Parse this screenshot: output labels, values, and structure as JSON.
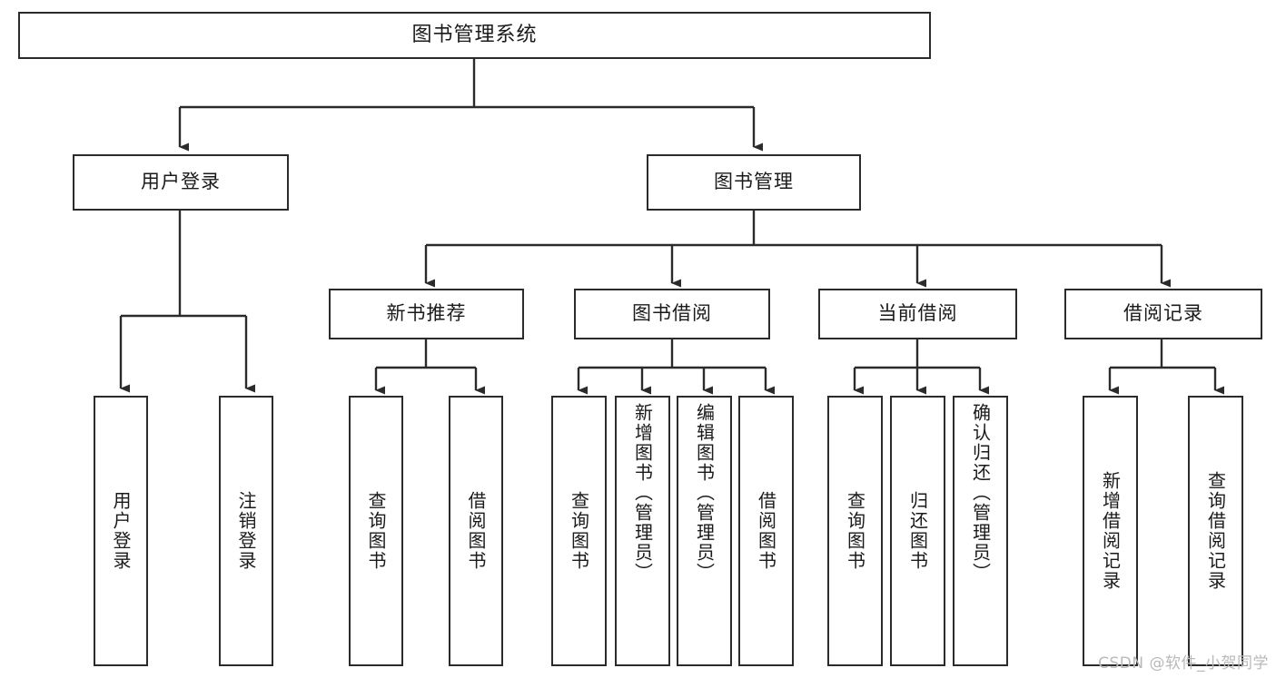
{
  "diagram": {
    "type": "tree",
    "title": "图书管理系统",
    "watermark": "CSDN @软件_小贺同学",
    "colors": {
      "background": "#ffffff",
      "stroke": "#2b2b2b",
      "text": "#1a1a1a",
      "watermark": "#b9b9b9"
    },
    "root": {
      "label": "图书管理系统"
    },
    "level2": [
      {
        "label": "用户登录"
      },
      {
        "label": "图书管理"
      }
    ],
    "level3": [
      {
        "label": "新书推荐"
      },
      {
        "label": "图书借阅"
      },
      {
        "label": "当前借阅"
      },
      {
        "label": "借阅记录"
      }
    ],
    "leaves": {
      "user_login": [
        {
          "label": "用户登录"
        },
        {
          "label": "注销登录"
        }
      ],
      "new_book": [
        {
          "label": "查询图书"
        },
        {
          "label": "借阅图书"
        }
      ],
      "borrow_book": [
        {
          "label": "查询图书"
        },
        {
          "label": "新增图书（管理员）"
        },
        {
          "label": "编辑图书（管理员）"
        },
        {
          "label": "借阅图书"
        }
      ],
      "current_borrow": [
        {
          "label": "查询图书"
        },
        {
          "label": "归还图书"
        },
        {
          "label": "确认归还（管理员）"
        }
      ],
      "borrow_record": [
        {
          "label": "新增借阅记录"
        },
        {
          "label": "查询借阅记录"
        }
      ]
    }
  }
}
